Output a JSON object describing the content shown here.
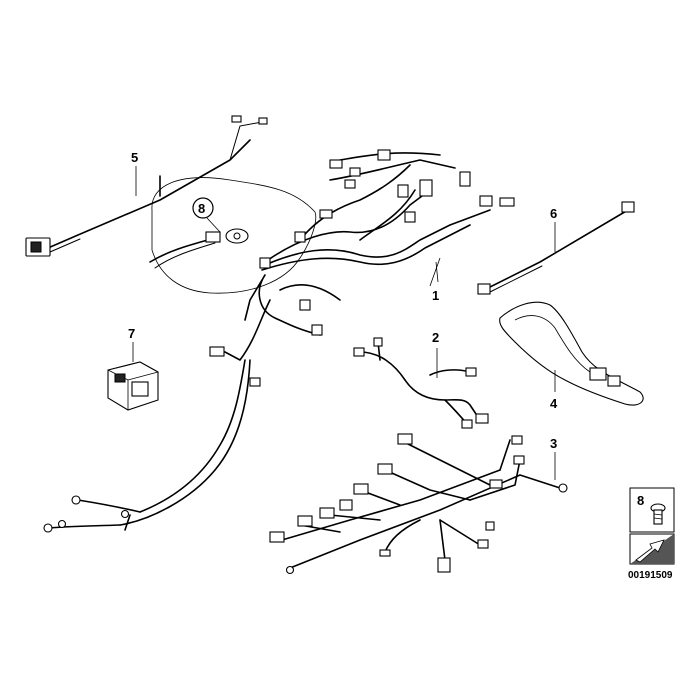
{
  "callouts": [
    {
      "id": "1",
      "label": "1"
    },
    {
      "id": "2",
      "label": "2"
    },
    {
      "id": "3",
      "label": "3"
    },
    {
      "id": "4",
      "label": "4"
    },
    {
      "id": "5",
      "label": "5"
    },
    {
      "id": "6",
      "label": "6"
    },
    {
      "id": "7",
      "label": "7"
    },
    {
      "id": "8",
      "label": "8"
    }
  ],
  "detail_callout": {
    "label": "8"
  },
  "legend": {
    "part_number": "8"
  },
  "reference_number": "00191509"
}
